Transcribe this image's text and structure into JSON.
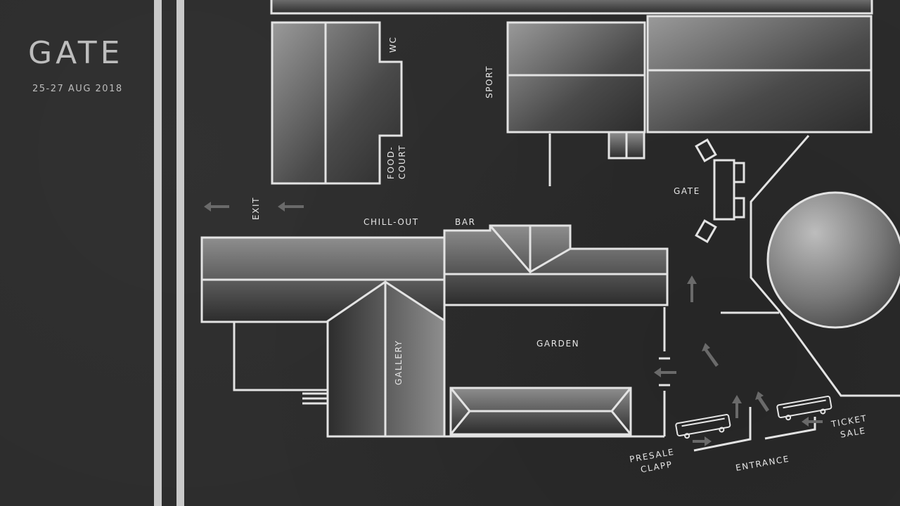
{
  "sidebar": {
    "title": "GATE",
    "date": "25-27 AUG 2018"
  },
  "map": {
    "labels": {
      "wc": "WC",
      "food": "FOOD-",
      "court": "COURT",
      "sport": "SPORT",
      "exit": "EXIT",
      "chill_out": "CHILL-OUT",
      "bar": "BAR",
      "gate": "GATE",
      "gallery": "GALLERY",
      "garden": "GARDEN",
      "presale": "PRESALE",
      "clapp": "CLAPP",
      "entrance": "ENTRANCE",
      "ticket": "TICKET",
      "sale": "SALE"
    },
    "colors": {
      "background": "#2c2c2c",
      "outline": "#e3e3e3",
      "fill_light": "#8a8a8a",
      "fill_dark": "#2c2c2c",
      "arrow": "#6a6a6a"
    },
    "icons": [
      "arrow-left-icon",
      "arrow-up-icon",
      "bus-icon"
    ]
  }
}
